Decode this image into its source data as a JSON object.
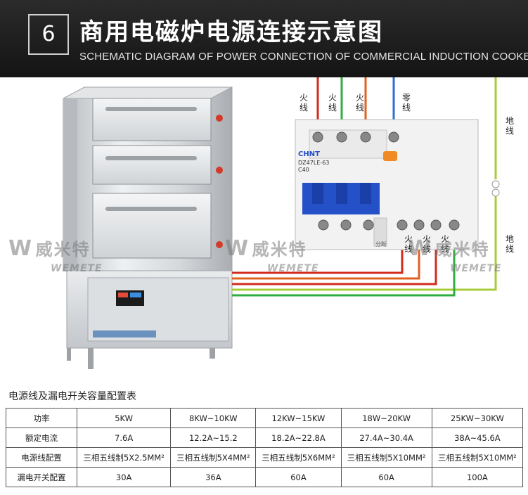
{
  "header": {
    "number": "6",
    "title_cn": "商用电磁炉电源连接示意图",
    "title_en": "SCHEMATIC DIAGRAM OF POWER CONNECTION OF COMMERCIAL INDUCTION COOKER"
  },
  "diagram": {
    "top_labels": [
      "火线",
      "火线",
      "火线",
      "零线"
    ],
    "ground_label": "地线",
    "breaker_bottom_labels": [
      "火线",
      "火线",
      "火线",
      "地线"
    ],
    "breaker_brand": "CHNT",
    "breaker_model": "DZ47LE-63",
    "breaker_rating": "C40",
    "breaker_side_text": "分断",
    "watermark_cn": "威米特",
    "watermark_en": "WEMETE",
    "wire_colors": {
      "fire1": "#d22b1e",
      "fire2": "#2fae3f",
      "fire3": "#e0601f",
      "neutral": "#2f6fd0",
      "ground": "#a6cc3a"
    }
  },
  "table": {
    "title": "电源线及漏电开关容量配置表",
    "rows": [
      {
        "label": "功率",
        "cells": [
          "5KW",
          "8KW~10KW",
          "12KW~15KW",
          "18W~20KW",
          "25KW~30KW"
        ]
      },
      {
        "label": "额定电流",
        "cells": [
          "7.6A",
          "12.2A~15.2",
          "18.2A~22.8A",
          "27.4A~30.4A",
          "38A~45.6A"
        ]
      },
      {
        "label": "电源线配置",
        "cells": [
          "三相五线制5X2.5MM²",
          "三相五线制5X4MM²",
          "三相五线制5X6MM²",
          "三相五线制5X10MM²",
          "三相五线制5X10MM²"
        ]
      },
      {
        "label": "漏电开关配置",
        "cells": [
          "30A",
          "36A",
          "60A",
          "60A",
          "100A"
        ]
      }
    ]
  }
}
